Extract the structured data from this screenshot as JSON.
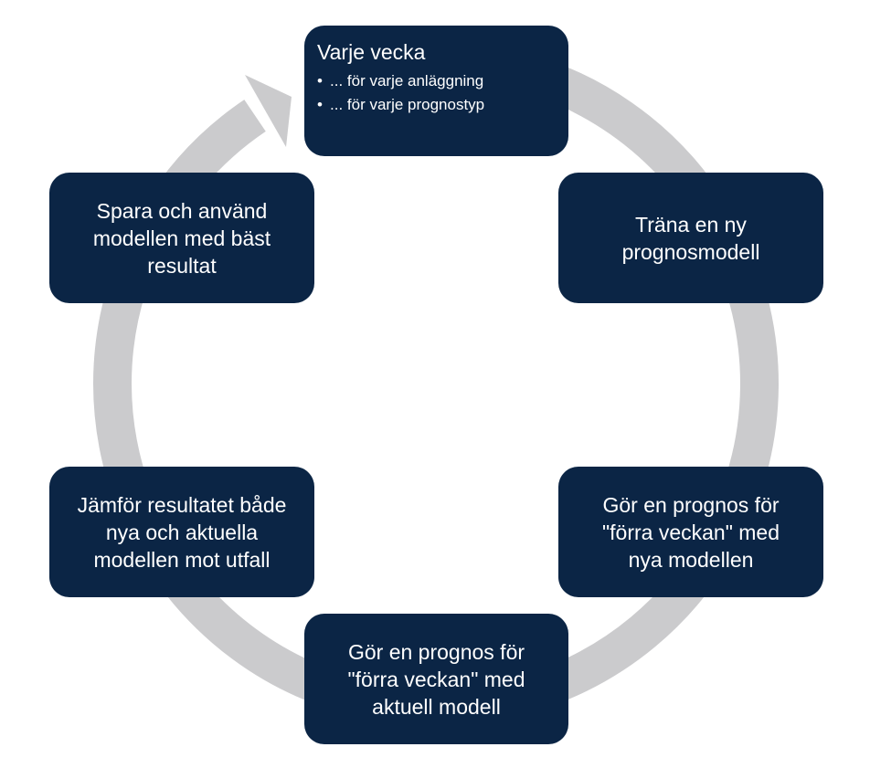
{
  "diagram": {
    "type": "cycle",
    "colors": {
      "box": "#0b2545",
      "ring": "#cbcbcd",
      "text": "#ffffff"
    },
    "steps": [
      {
        "id": "top",
        "title": "Varje vecka",
        "bullets": [
          "... för varje anläggning",
          "... för varje prognostyp"
        ]
      },
      {
        "id": "right",
        "text": "Träna en ny\nprognosmodell"
      },
      {
        "id": "right-bottom",
        "text": "Gör en prognos för\n\"förra veckan\" med\nnya modellen"
      },
      {
        "id": "bottom",
        "text": "Gör en prognos för\n\"förra veckan\" med\naktuell modell"
      },
      {
        "id": "left-bottom",
        "text": "Jämför resultatet både\nnya och aktuella\nmodellen mot utfall"
      },
      {
        "id": "left",
        "text": "Spara och använd\nmodellen med bäst\nresultat"
      }
    ],
    "bullet_glyph": "•"
  }
}
